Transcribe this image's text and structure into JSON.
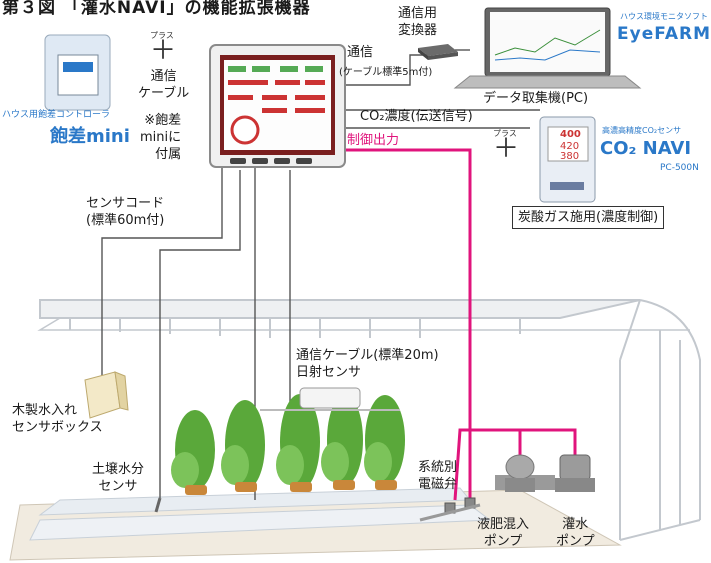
{
  "figure_title": "第３図 「灌水NAVI」の機能拡張機器",
  "labels": {
    "converter": "通信用\n変換器",
    "comm_cable": "通信\nケーブル",
    "comm": "通信",
    "cable_std5m": "(ケーブル標準5m付)",
    "pc": "データ取集機(PC)",
    "co2_signal": "CO₂濃度(伝送信号)",
    "control_output": "制御出力",
    "co2_control": "炭酸ガス施用(濃度制御)",
    "housasa_note": "※飽差\nminiに\n付属",
    "sensor_cord": "センサコード\n(標準60m付)",
    "comm_cable_20m": "通信ケーブル(標準20m)",
    "solar_sensor": "日射センサ",
    "wooden_box": "木製水入れ\nセンサボックス",
    "soil_sensor": "土壌水分\nセンサ",
    "valve": "系統別\n電磁弁",
    "fertilizer_pump": "液肥混入\nポンプ",
    "irrigation_pump": "灌水\nポンプ",
    "plus_caption": "プラス",
    "plus_caption2": "プラス"
  },
  "products": {
    "housasa_caption": "ハウス用飽差コントローラ",
    "housasa_logo": "飽差mini",
    "eyefarm_caption": "ハウス環境モニタソフト",
    "eyefarm_logo": "EyeFARM",
    "co2navi_caption": "高濃高精度CO₂センサ",
    "co2navi_logo": "CO₂ NAVI",
    "co2navi_model": "PC-500N",
    "co2_readings": [
      "400",
      "420",
      "380"
    ]
  },
  "colors": {
    "control_line": "#e0147c",
    "cable_line": "#555555",
    "brand_blue": "#2a78c8",
    "plant_green": "#5aa83a",
    "greenhouse_frame": "#bfc5cc"
  }
}
